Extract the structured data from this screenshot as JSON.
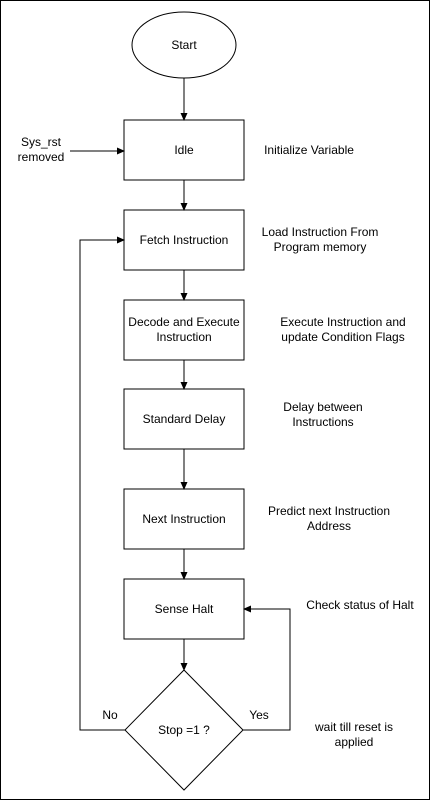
{
  "nodes": {
    "start": "Start",
    "idle": "Idle",
    "fetch": "Fetch Instruction",
    "decode": "Decode and Execute\nInstruction",
    "delay": "Standard Delay",
    "next": "Next Instruction",
    "sense": "Sense Halt",
    "decision": "Stop =1 ?"
  },
  "inputs": {
    "sys_rst": "Sys_rst\nremoved"
  },
  "branches": {
    "no": "No",
    "yes": "Yes"
  },
  "notes": {
    "idle": "Initialize Variable",
    "fetch": "Load Instruction From\nProgram memory",
    "decode": "Execute Instruction and\nupdate Condition Flags",
    "delay": "Delay between\nInstructions",
    "next": "Predict next Instruction\nAddress",
    "sense": "Check status of Halt",
    "decision": "wait till reset is\napplied"
  }
}
